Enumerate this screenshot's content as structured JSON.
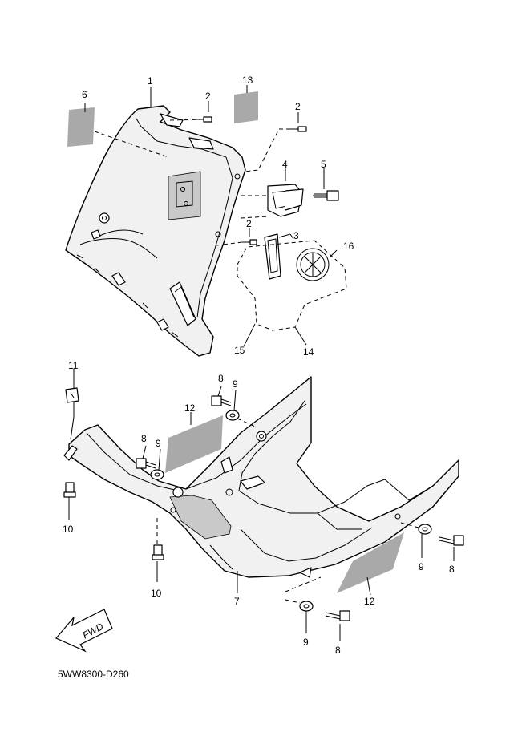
{
  "diagram_code": "5WW8300-D260",
  "fwd_label": "FWD",
  "callouts": {
    "c1": "1",
    "c2a": "2",
    "c2b": "2",
    "c2c": "2",
    "c3": "3",
    "c4": "4",
    "c5": "5",
    "c6": "6",
    "c7": "7",
    "c8a": "8",
    "c8b": "8",
    "c8c": "8",
    "c8d": "8",
    "c9a": "9",
    "c9b": "9",
    "c9c": "9",
    "c9d": "9",
    "c10a": "10",
    "c10b": "10",
    "c11": "11",
    "c12a": "12",
    "c12b": "12",
    "c13": "13",
    "c14": "14",
    "c15": "15",
    "c16": "16"
  }
}
